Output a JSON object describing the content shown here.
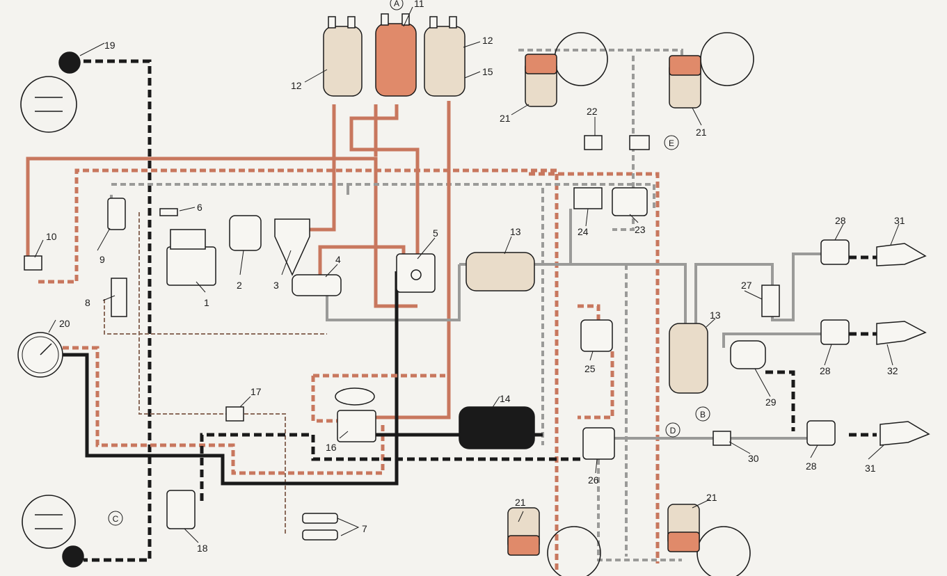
{
  "callouts": [
    "1",
    "2",
    "3",
    "4",
    "5",
    "6",
    "7",
    "8",
    "9",
    "10",
    "11",
    "12",
    "12",
    "13",
    "13",
    "14",
    "15",
    "16",
    "17",
    "18",
    "19",
    "20",
    "21",
    "21",
    "21",
    "21",
    "22",
    "23",
    "24",
    "25",
    "26",
    "27",
    "28",
    "28",
    "28",
    "29",
    "30",
    "31",
    "31",
    "32"
  ],
  "circle_labels": [
    "A",
    "B",
    "C",
    "D",
    "E"
  ],
  "colors": {
    "background": "#f4f3ef",
    "pipe_red": "#c8775e",
    "pipe_black": "#1a1a1a",
    "pipe_gray": "#9a9a98",
    "tank_red": "#e08a6a"
  },
  "icons": {
    "brake_chamber": "brake-chamber-icon",
    "brake_drum": "brake-drum-icon",
    "pressure_gauge": "pressure-gauge-icon",
    "compressor": "compressor-icon",
    "air_tank": "air-tank-icon"
  }
}
